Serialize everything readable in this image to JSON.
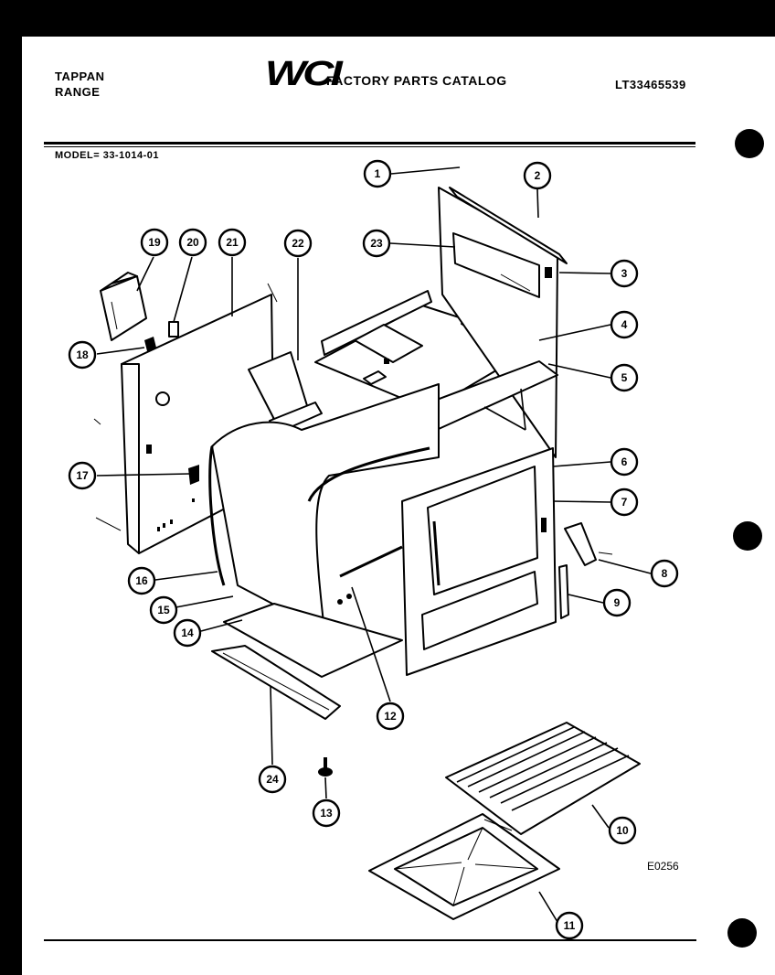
{
  "header": {
    "brand_line1": "TAPPAN",
    "brand_line2": "RANGE",
    "logo": "WCI",
    "catalog_title": "FACTORY PARTS CATALOG",
    "model_number": "LT33465539",
    "model_line": "MODEL= 33-1014-01"
  },
  "figure_code": "E0256",
  "callouts": [
    "1",
    "2",
    "3",
    "4",
    "5",
    "6",
    "7",
    "8",
    "9",
    "10",
    "11",
    "12",
    "13",
    "14",
    "15",
    "16",
    "17",
    "18",
    "19",
    "20",
    "21",
    "22",
    "23",
    "24"
  ]
}
